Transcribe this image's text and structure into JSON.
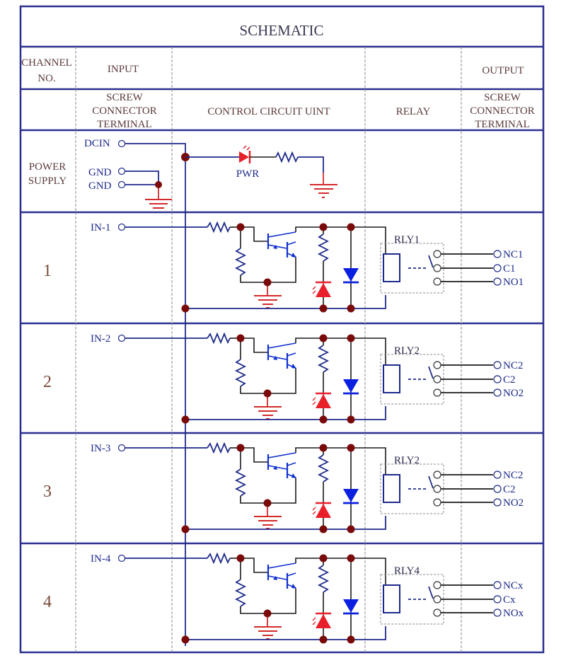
{
  "title": "SCHEMATIC",
  "header_row1": {
    "channel_no": [
      "CHANNEL",
      "NO."
    ],
    "input": "INPUT",
    "output": "OUTPUT"
  },
  "header_row2": {
    "input_terminal": [
      "SCREW",
      "CONNECTOR",
      "TERMINAL"
    ],
    "control_circuit": "CONTROL CIRCUIT UINT",
    "relay": "RELAY",
    "output_terminal": [
      "SCREW",
      "CONNECTOR",
      "TERMINAL"
    ]
  },
  "power_supply": {
    "label": [
      "POWER",
      "SUPPLY"
    ],
    "terminals": [
      "DCIN",
      "GND",
      "GND"
    ],
    "led_label": "PWR"
  },
  "channels": [
    {
      "number": "1",
      "input": "IN-1",
      "relay": "RLY1",
      "outputs": [
        "NC1",
        "C1",
        "NO1"
      ]
    },
    {
      "number": "2",
      "input": "IN-2",
      "relay": "RLY2",
      "outputs": [
        "NC2",
        "C2",
        "NO2"
      ]
    },
    {
      "number": "3",
      "input": "IN-3",
      "relay": "RLY2",
      "outputs": [
        "NC2",
        "C2",
        "NO2"
      ]
    },
    {
      "number": "4",
      "input": "IN-4",
      "relay": "RLY4",
      "outputs": [
        "NCx",
        "Cx",
        "NOx"
      ]
    }
  ],
  "colors": {
    "frame": "#2a2f8f",
    "wire_blue": "#1e2a8a",
    "wire_black": "#1a1a1a",
    "junction": "#7a0a0a",
    "led_red": "#e8202a",
    "ground_red": "#d42a2a",
    "diode_blue": "#0a1fe0",
    "dashed": "#8a8a9a"
  }
}
